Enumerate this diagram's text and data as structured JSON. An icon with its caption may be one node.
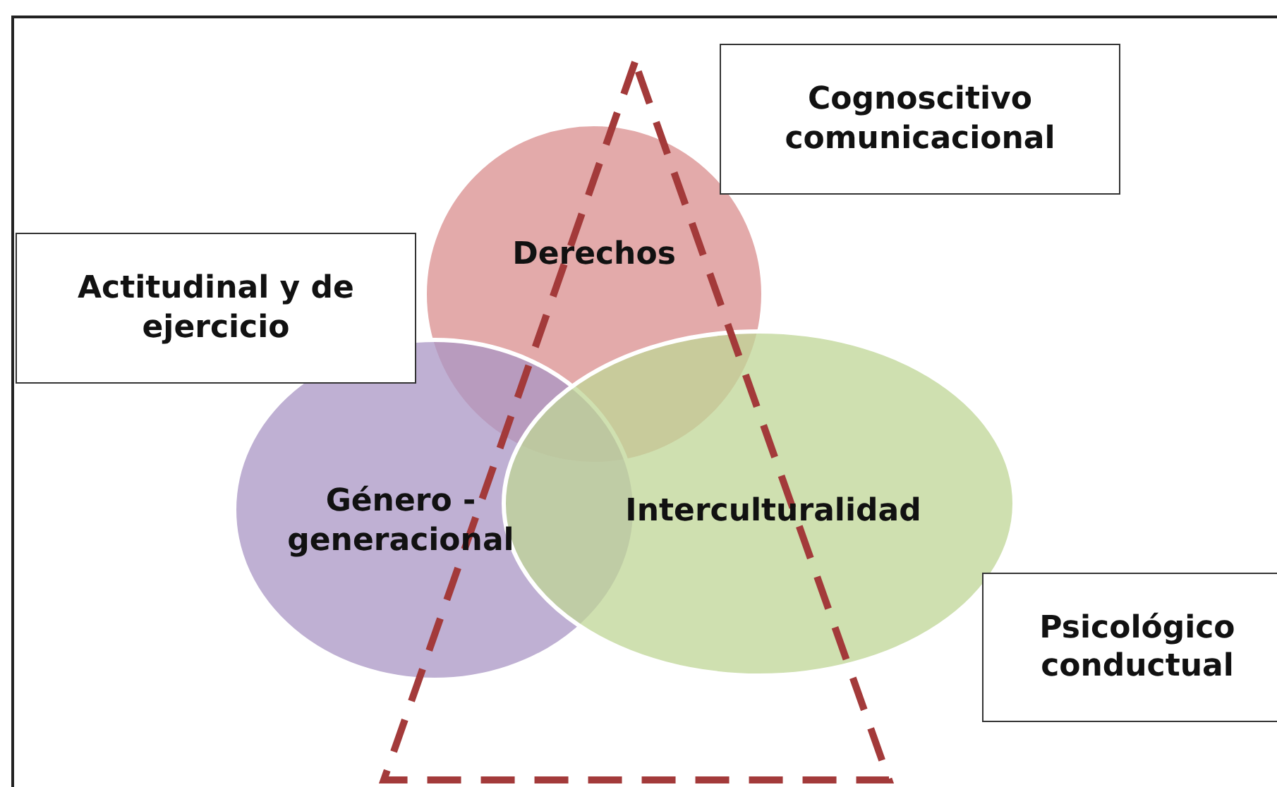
{
  "diagram": {
    "nodes": [
      {
        "text": [
          "Derechos"
        ]
      },
      {
        "text": [
          "Género - generacional"
        ]
      },
      {
        "text": [
          "Interculturalidad"
        ]
      },
      {
        "text": [
          "Cognoscitivo comunicacional"
        ]
      },
      {
        "text": [
          "Actitudinal y de ejercicio"
        ]
      },
      {
        "text": [
          "Psicológico conductual"
        ]
      }
    ]
  }
}
